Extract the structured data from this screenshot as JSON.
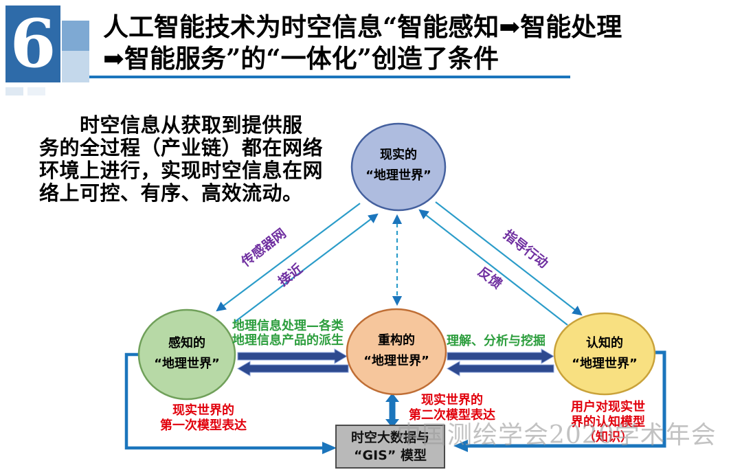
{
  "header": {
    "badge_number": "6",
    "title_line1": "人工智能技术为时空信息“智能感知➡智能处理",
    "title_line2": "➡智能服务”的“一体化”创造了条件"
  },
  "intro": {
    "text": "　　时空信息从获取到提供服\n务的全过程（产业链）都在网络\n环境上进行，实现时空信息在网\n络上可控、有序、高效流动。"
  },
  "diagram": {
    "nodes": {
      "real": {
        "line1": "现实的",
        "line2": "“地理世界”"
      },
      "perceived": {
        "line1": "感知的",
        "line2": "“地理世界”"
      },
      "reconstructed": {
        "line1": "重构的",
        "line2": "“地理世界”"
      },
      "cognitive": {
        "line1": "认知的",
        "line2": "“地理世界”"
      },
      "gis_box": {
        "line1": "时空大数据与",
        "line2": "“GIS” 模型"
      }
    },
    "edges": {
      "sensor_network": "传感器网",
      "approach": "接近",
      "guide_action": "指导行动",
      "feedback": "反馈",
      "processing": "地理信息处理—各类\n地理信息产品的派生",
      "understanding": "理解、分析与挖掘"
    },
    "annotations": {
      "first_model": "现实世界的\n第一次模型表达",
      "second_model": "现实世界的\n第二次模型表达",
      "cognition_model": "用户对现实世\n界的认知模型\n（知识）"
    }
  },
  "watermark": "中国测绘学会2020学术年会",
  "colors": {
    "header_blue": "#2e6ba9",
    "underline_blue": "#1b75bc",
    "node_real_fill": "#aebcdf",
    "node_perceived_fill": "#b7d9a6",
    "node_reconstructed_fill": "#f6c69c",
    "node_cognitive_fill": "#f8e081",
    "gis_box_fill": "#b9b9b9",
    "arrow_line": "#2b9cc9",
    "arrow_solid": "#1b75bc",
    "block_arrow": "#2e4a8f",
    "label_purple": "#6f2fa0",
    "label_green": "#2d9e3e",
    "label_red": "#e1000c"
  }
}
